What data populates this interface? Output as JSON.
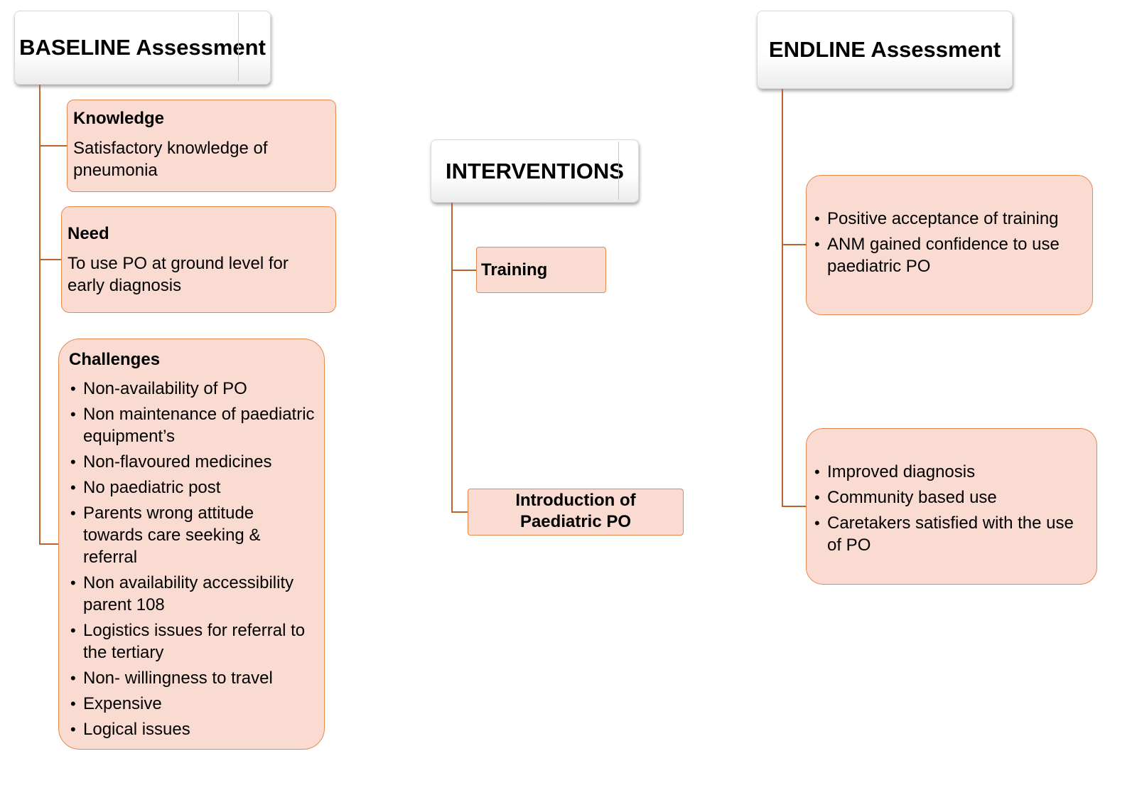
{
  "baseline": {
    "title": "BASELINE Assessment",
    "knowledge": {
      "title": "Knowledge",
      "text": "Satisfactory knowledge of pneumonia"
    },
    "need": {
      "title": "Need",
      "text": "To use PO at ground level for early diagnosis"
    },
    "challenges": {
      "title": "Challenges",
      "items": [
        "Non-availability of PO",
        "Non maintenance of paediatric equipment’s",
        "Non-flavoured medicines",
        "No paediatric post",
        "Parents wrong attitude towards care seeking & referral",
        "Non availability accessibility parent 108",
        "Logistics issues for referral to the tertiary",
        "Non- willingness to travel",
        "Expensive",
        "Logical issues"
      ]
    }
  },
  "interventions": {
    "title": "INTERVENTIONS",
    "training": "Training",
    "introduction": "Introduction of Paediatric PO"
  },
  "endline": {
    "title": "ENDLINE Assessment",
    "box1": [
      "Positive acceptance of training",
      "ANM gained confidence to use paediatric PO"
    ],
    "box2": [
      "Improved diagnosis",
      "Community based use",
      "Caretakers satisfied with the use of PO"
    ]
  },
  "colors": {
    "box_fill": "#f9dbd2",
    "box_border": "#e7894f",
    "connector": "#b5652d"
  }
}
